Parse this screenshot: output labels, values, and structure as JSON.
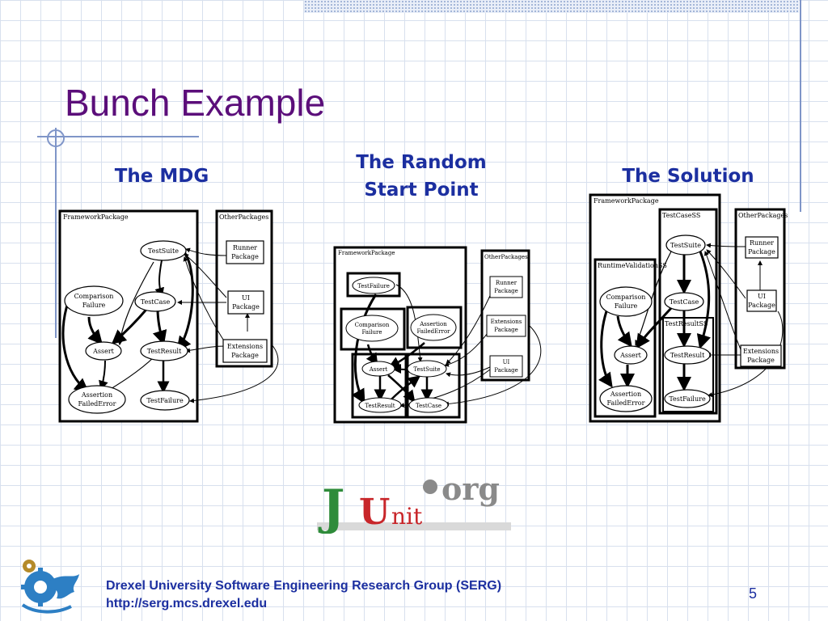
{
  "slide": {
    "title": "Bunch Example",
    "page_number": "5",
    "footer_line1": "Drexel University Software Engineering Research Group (SERG)",
    "footer_line2": "http://serg.mcs.drexel.edu"
  },
  "captions": {
    "mdg": "The MDG",
    "random_line1": "The Random",
    "random_line2": "Start Point",
    "solution": "The Solution"
  },
  "mdg": {
    "framework_label": "FrameworkPackage",
    "other_label": "OtherPackages",
    "nodes": {
      "test_suite": "TestSuite",
      "comparison_failure_1": "Comparison",
      "comparison_failure_2": "Failure",
      "test_case": "TestCase",
      "assert": "Assert",
      "test_result": "TestResult",
      "assertion_failed_1": "Assertion",
      "assertion_failed_2": "FailedError",
      "test_failure": "TestFailure",
      "runner_1": "Runner",
      "runner_2": "Package",
      "ui_1": "UI",
      "ui_2": "Package",
      "extensions_1": "Extensions",
      "extensions_2": "Package"
    }
  },
  "random": {
    "framework_label": "FrameworkPackage",
    "other_label": "OtherPackages",
    "nodes": {
      "test_failure": "TestFailure",
      "comparison_1": "Comparison",
      "comparison_2": "Failure",
      "assertion_1": "Assertion",
      "assertion_2": "FailedError",
      "assert": "Assert",
      "test_suite": "TestSuite",
      "test_result": "TestResult",
      "test_case": "TestCase",
      "runner_1": "Runner",
      "runner_2": "Package",
      "extensions_1": "Extensions",
      "extensions_2": "Package",
      "ui_1": "UI",
      "ui_2": "Package"
    }
  },
  "solution": {
    "framework_label": "FrameworkPackage",
    "testcase_ss_label": "TestCaseSS",
    "other_label": "OtherPackages",
    "runtime_label": "RuntimeValidationSS",
    "testresult_ss_label": "TestResultSS",
    "nodes": {
      "test_suite": "TestSuite",
      "comparison_1": "Comparison",
      "comparison_2": "Failure",
      "test_case": "TestCase",
      "assert": "Assert",
      "test_result": "TestResult",
      "assertion_1": "Assertion",
      "assertion_2": "FailedError",
      "test_failure": "TestFailure",
      "runner_1": "Runner",
      "runner_2": "Package",
      "ui_1": "UI",
      "ui_2": "Package",
      "extensions_1": "Extensions",
      "extensions_2": "Package"
    }
  },
  "logo": {
    "j": "J",
    "u": "U",
    "nit": "nit",
    "org": "org"
  },
  "colors": {
    "title": "#5b0e7a",
    "caption": "#1c2fa0",
    "logo_green": "#2e8b3a",
    "logo_red": "#c8262a",
    "logo_gray": "#8a8a8a"
  }
}
